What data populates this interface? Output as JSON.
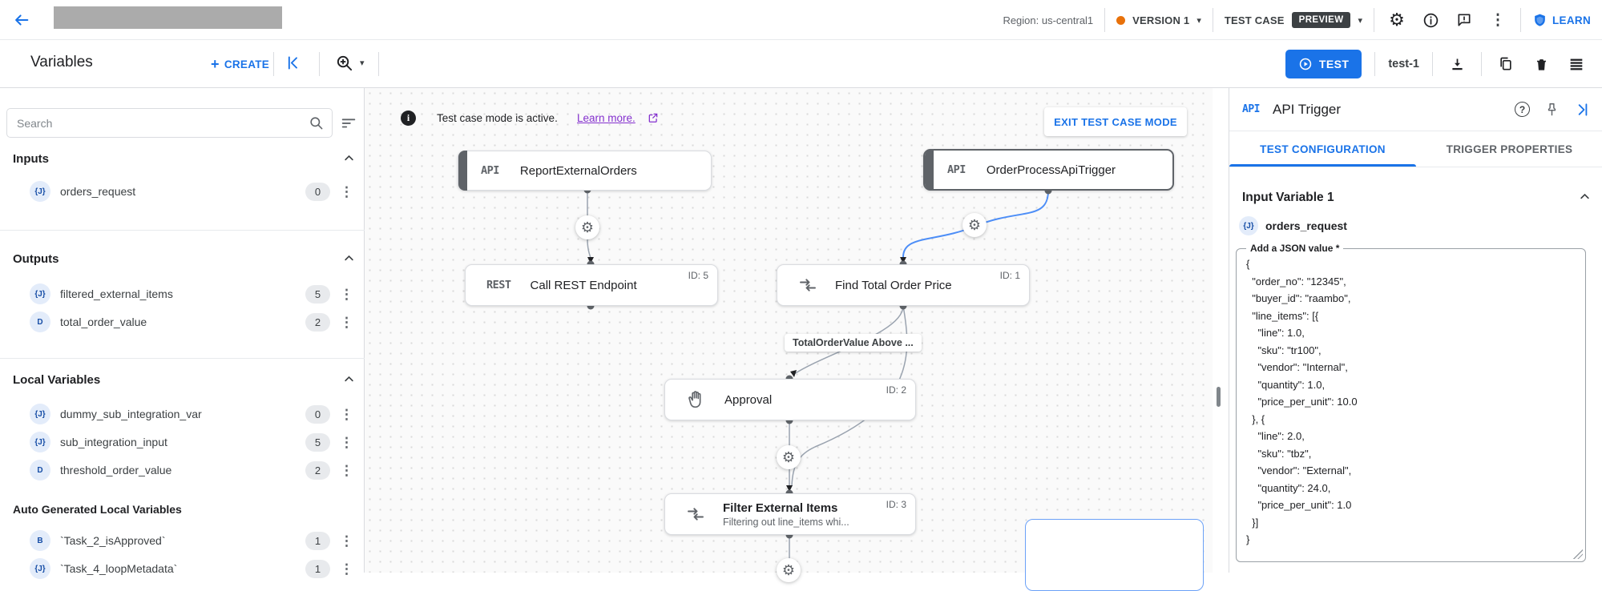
{
  "topbar": {
    "region_label": "Region: us-central1",
    "version_label": "VERSION 1",
    "test_case_label": "TEST CASE",
    "preview_badge": "PREVIEW",
    "learn_label": "LEARN"
  },
  "toolbar": {
    "title": "Variables",
    "create_label": "CREATE",
    "test_button_label": "TEST",
    "test_case_name": "test-1"
  },
  "sidebar": {
    "search_placeholder": "Search",
    "inputs": {
      "label": "Inputs",
      "items": [
        {
          "type": "{J}",
          "name": "orders_request",
          "count": "0"
        }
      ]
    },
    "outputs": {
      "label": "Outputs",
      "items": [
        {
          "type": "{J}",
          "name": "filtered_external_items",
          "count": "5"
        },
        {
          "type": "D",
          "name": "total_order_value",
          "count": "2"
        }
      ]
    },
    "local": {
      "label": "Local Variables",
      "items": [
        {
          "type": "{J}",
          "name": "dummy_sub_integration_var",
          "count": "0"
        },
        {
          "type": "{J}",
          "name": "sub_integration_input",
          "count": "5"
        },
        {
          "type": "D",
          "name": "threshold_order_value",
          "count": "2"
        }
      ]
    },
    "auto": {
      "label": "Auto Generated Local Variables",
      "items": [
        {
          "type": "B",
          "name": "`Task_2_isApproved`",
          "count": "1"
        },
        {
          "type": "{J}",
          "name": "`Task_4_loopMetadata`",
          "count": "1"
        }
      ]
    }
  },
  "canvas": {
    "banner": {
      "message": "Test case mode is active.",
      "link": "Learn more.",
      "exit_button": "EXIT TEST CASE MODE"
    },
    "edge_label": "TotalOrderValue Above ...",
    "nodes": {
      "report_external_orders": {
        "badge": "API",
        "title": "ReportExternalOrders"
      },
      "order_process_api_trigger": {
        "badge": "API",
        "title": "OrderProcessApiTrigger"
      },
      "call_rest_endpoint": {
        "badge": "REST",
        "title": "Call REST Endpoint",
        "id": "ID: 5"
      },
      "find_total_order_price": {
        "title": "Find Total Order Price",
        "id": "ID: 1"
      },
      "approval": {
        "title": "Approval",
        "id": "ID: 2"
      },
      "filter_external_items": {
        "title": "Filter External Items",
        "subtitle": "Filtering out line_items whi...",
        "id": "ID: 3"
      }
    }
  },
  "panel": {
    "badge": "API",
    "title": "API Trigger",
    "tabs": {
      "test_configuration": "TEST CONFIGURATION",
      "trigger_properties": "TRIGGER PROPERTIES"
    },
    "section_title": "Input Variable 1",
    "variable": {
      "type": "{J}",
      "name": "orders_request"
    },
    "field_label": "Add a JSON value *",
    "json_value": "{\n  \"order_no\": \"12345\",\n  \"buyer_id\": \"raambo\",\n  \"line_items\": [{\n    \"line\": 1.0,\n    \"sku\": \"tr100\",\n    \"vendor\": \"Internal\",\n    \"quantity\": 1.0,\n    \"price_per_unit\": 10.0\n  }, {\n    \"line\": 2.0,\n    \"sku\": \"tbz\",\n    \"vendor\": \"External\",\n    \"quantity\": 24.0,\n    \"price_per_unit\": 1.0\n  }]\n}"
  },
  "colors": {
    "accent_blue": "#1a73e8",
    "version_dot_orange": "#e8710a",
    "preview_badge_bg": "#3c4043",
    "learn_more_purple": "#8430ce",
    "selected_node_border": "#5f6368",
    "edge_blue": "#4d8ef7",
    "edge_gray": "#9aa3af"
  }
}
